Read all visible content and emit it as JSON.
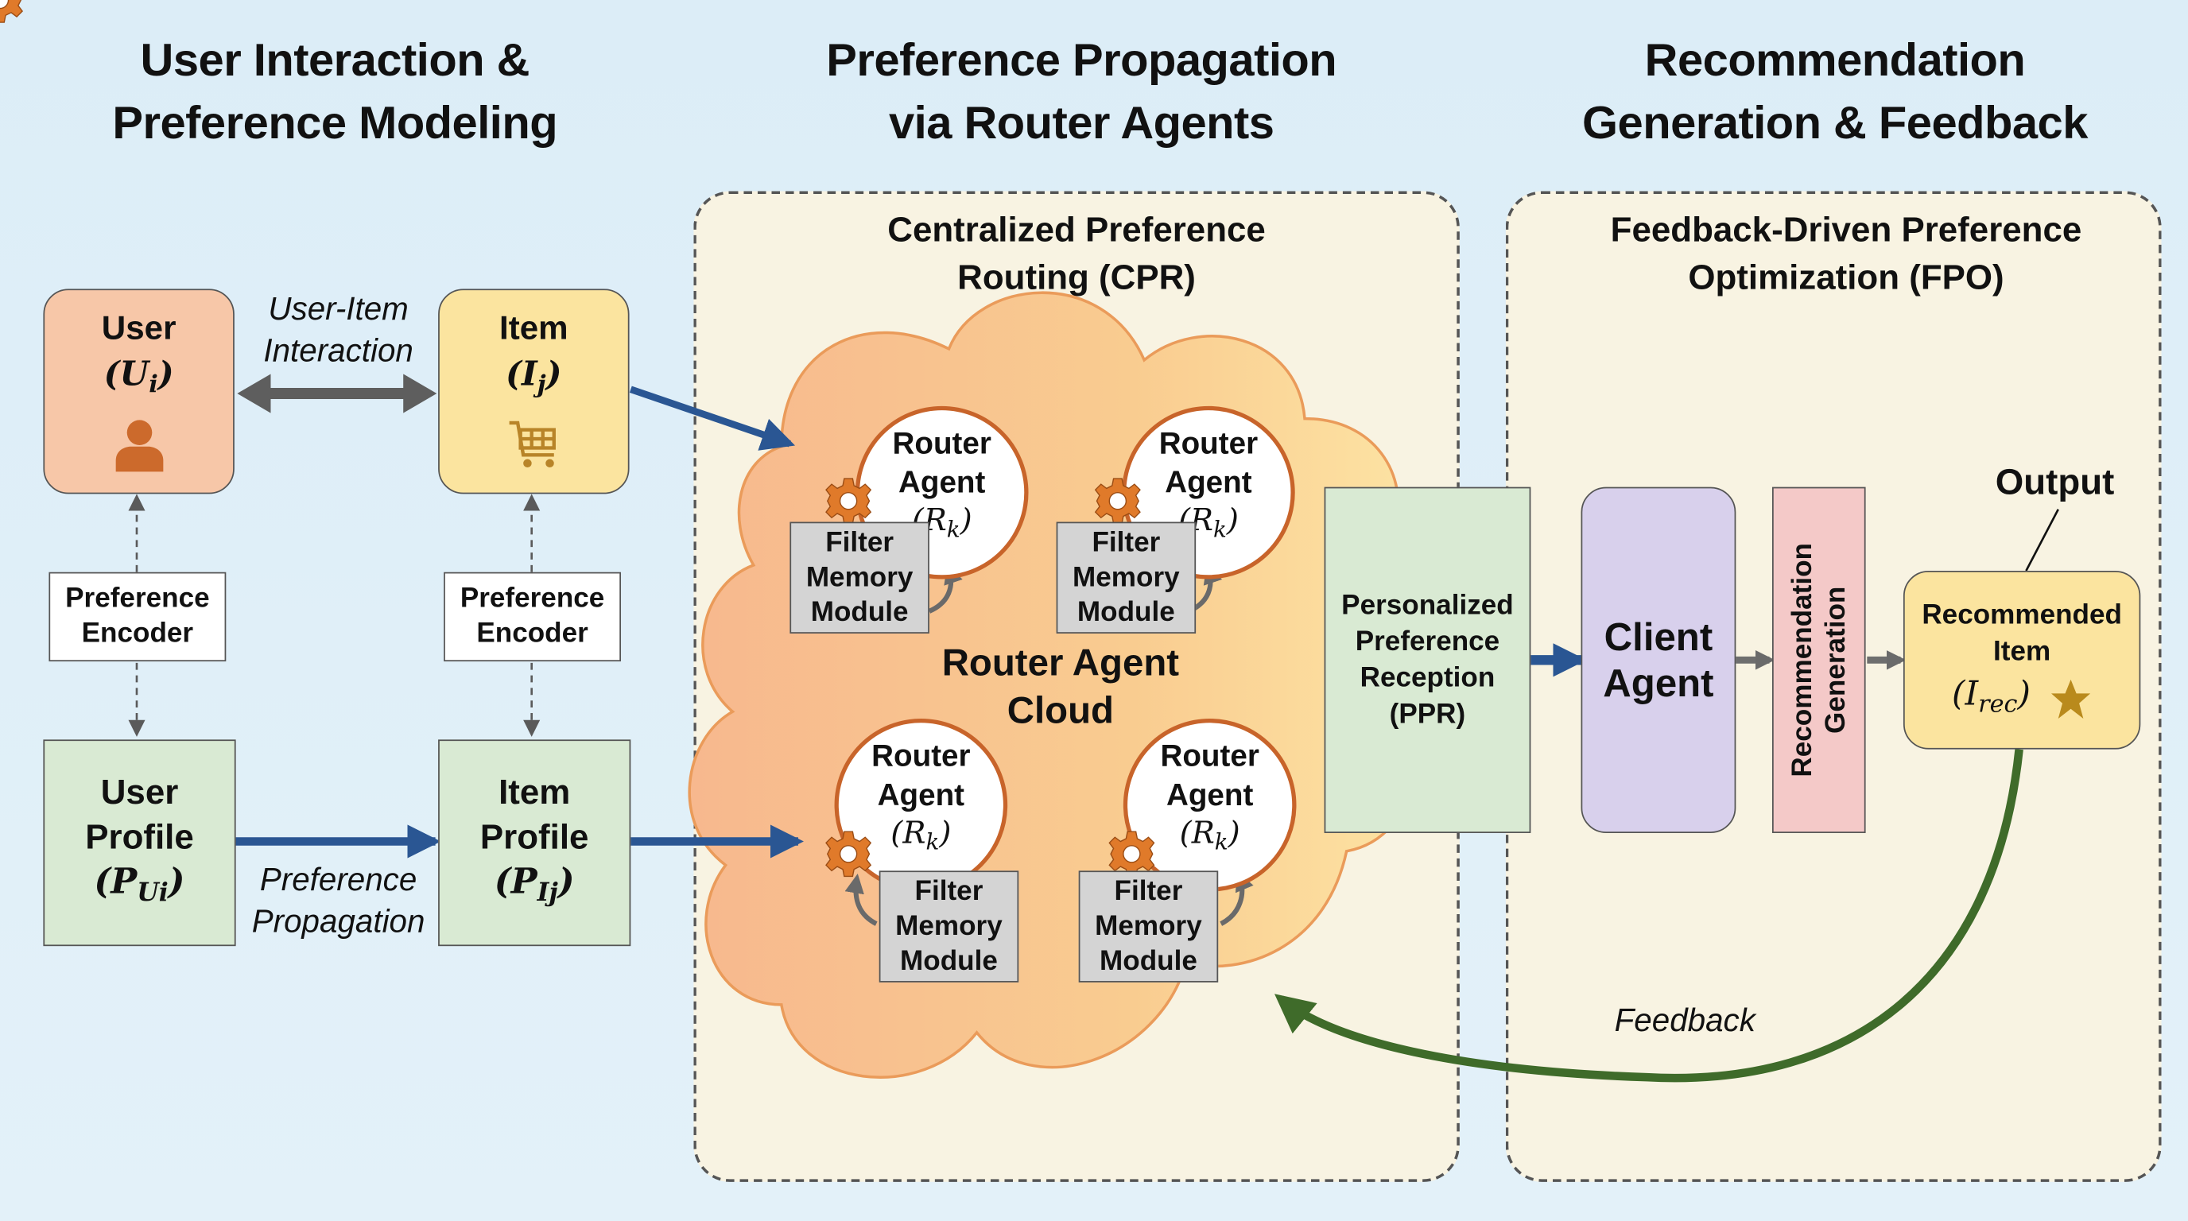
{
  "sections": {
    "left_heading": [
      "User Interaction &",
      "Preference Modeling"
    ],
    "middle_heading": [
      "Preference Propagation",
      "via Router Agents"
    ],
    "right_heading": [
      "Recommendation",
      "Generation & Feedback"
    ]
  },
  "cpr_panel": {
    "title": [
      "Centralized Preference",
      "Routing (CPR)"
    ],
    "cloud_label": [
      "Router Agent",
      "Cloud"
    ],
    "router_agents": [
      {
        "line1": "Router",
        "line2": "Agent",
        "symbol": "R",
        "subscript": "k",
        "module": [
          "Filter",
          "Memory",
          "Module"
        ]
      },
      {
        "line1": "Router",
        "line2": "Agent",
        "symbol": "R",
        "subscript": "k",
        "module": [
          "Filter",
          "Memory",
          "Module"
        ]
      },
      {
        "line1": "Router",
        "line2": "Agent",
        "symbol": "R",
        "subscript": "k",
        "module": [
          "Filter",
          "Memory",
          "Module"
        ]
      },
      {
        "line1": "Router",
        "line2": "Agent",
        "symbol": "R",
        "subscript": "k",
        "module": [
          "Filter",
          "Memory",
          "Module"
        ]
      }
    ]
  },
  "fpo_panel": {
    "title": [
      "Feedback-Driven Preference",
      "Optimization (FPO)"
    ],
    "ppr": [
      "Personalized",
      "Preference",
      "Reception",
      "(PPR)"
    ],
    "client_agent": [
      "Client",
      "Agent"
    ],
    "recommendation_generation": [
      "Recommendation",
      "Generation"
    ],
    "output_label": "Output",
    "recommended_item": {
      "line1": "Recommended",
      "line2": "Item",
      "symbol": "I",
      "subscript": "rec"
    },
    "feedback_label": "Feedback"
  },
  "left": {
    "user": {
      "title": "User",
      "symbol": "U",
      "subscript": "i",
      "icon": "person-icon"
    },
    "item": {
      "title": "Item",
      "symbol": "I",
      "subscript": "j",
      "icon": "shopping-cart-icon"
    },
    "interaction_label": [
      "User-Item",
      "Interaction"
    ],
    "user_encoder": [
      "Preference",
      "Encoder"
    ],
    "item_encoder": [
      "Preference",
      "Encoder"
    ],
    "user_profile": {
      "line1": "User",
      "line2": "Profile",
      "symbol": "P",
      "subscript": "Ui"
    },
    "item_profile": {
      "line1": "Item",
      "line2": "Profile",
      "symbol": "P",
      "subscript": "Ij"
    },
    "propagation_label": [
      "Preference",
      "Propagation"
    ]
  },
  "colors": {
    "user_box": "#f7c7a8",
    "item_box": "#fbe49f",
    "profile_box": "#d9ead3",
    "client_agent": "#d8d0ec",
    "rec_gen": "#f4c9c8",
    "blue_arrow": "#2a5693",
    "feedback_arrow": "#3f6b2a",
    "gear": "#e07a2a",
    "star": "#b98a1c"
  }
}
